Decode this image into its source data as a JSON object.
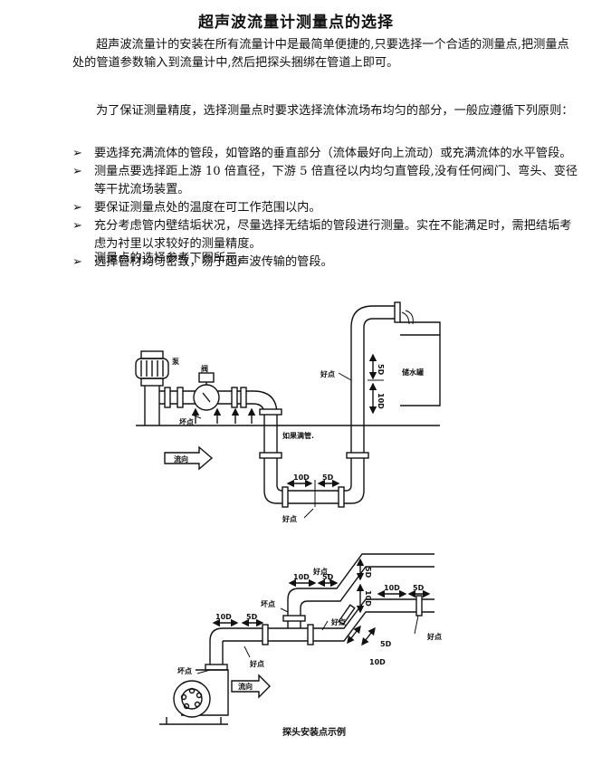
{
  "title": "超声波流量计测量点的选择",
  "paragraphs": [
    "超声波流量计的安装在所有流量计中是最简单便捷的,只要选择一个合适的测量点,把测量点处的管道参数输入到流量计中,然后把探头捆绑在管道上即可。",
    "为了保证测量精度，选择测量点时要求选择流体流场布均匀的部分，一般应遵循下列原则："
  ],
  "bullet_marker": "➢",
  "bullets": [
    "要选择充满流体的管段，如管路的垂直部分（流体最好向上流动）或充满流体的水平管段。",
    "测量点要选择距上游 10 倍直径，下游 5 倍直径以内均匀直管段,没有任何阀门、弯头、变径等干扰流场装置。",
    "要保证测量点处的温度在可工作范围以内。",
    "充分考虑管内壁结垢状况，尽量选择无结垢的管段进行测量。实在不能满足时，需把结垢考虑为衬里以求较好的测量精度。",
    "选择管材均匀密致，易于超声波传输的管段。"
  ],
  "reference_text": "测量点的选择参考下图所示。",
  "diagram1": {
    "pump_label": "泵",
    "valve_label": "阀",
    "bad_point": "坏点",
    "good_point_top": "好点",
    "good_point_bottom": "好点",
    "tank_label": "储水罐",
    "if_full_label": "如果满管.",
    "flow_label": "流向",
    "dim_10d": "10D",
    "dim_5d": "5D",
    "dim_5d_vertical": "5D",
    "dim_10d_vertical": "10D"
  },
  "diagram2": {
    "good_top": "好点",
    "bad_left": "坏点",
    "good_middle": "好点",
    "good_right": "好点",
    "bad_pump": "坏点",
    "good_low": "好点",
    "flow_label": "流向",
    "dim_10d_a": "10D",
    "dim_5d_a": "5D",
    "dim_10d_b": "10D",
    "dim_5d_b": "5D",
    "dim_10d_c": "10D",
    "dim_5d_c": "5D",
    "dim_5d_diag": "5D",
    "dim_10d_diag": "10D",
    "dim_5d_vert": "5D",
    "dim_10d_vert": "10D"
  },
  "caption": "探头安装点示例"
}
